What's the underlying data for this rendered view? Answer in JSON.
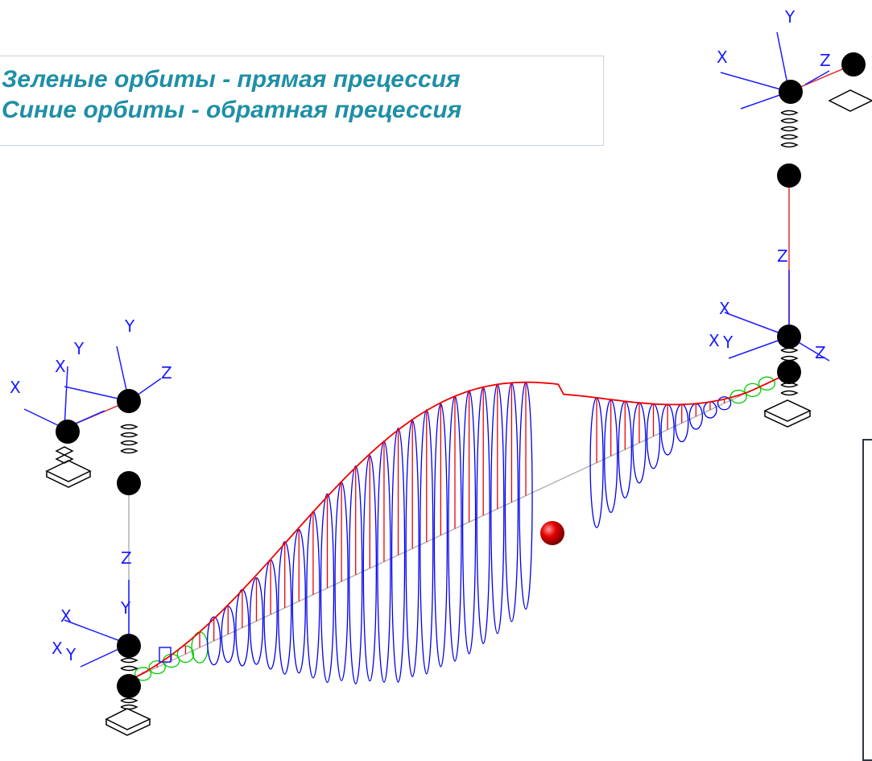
{
  "legend": {
    "line1": "Зеленые орбиты -  прямая прецессия",
    "line2": "Синие  орбиты - обратная прецессия"
  },
  "colors": {
    "legend_text": "#1f8fa6",
    "forward_orbit": "#00cc00",
    "backward_orbit": "#0000ee",
    "mode_shape": "#ee0000",
    "axis": "#1c1cff",
    "shaft": "#b4b4b4"
  },
  "axis_labels": {
    "x": "X",
    "y": "Y",
    "z": "Z"
  },
  "marker": {
    "icon": "red-ball-marker"
  }
}
